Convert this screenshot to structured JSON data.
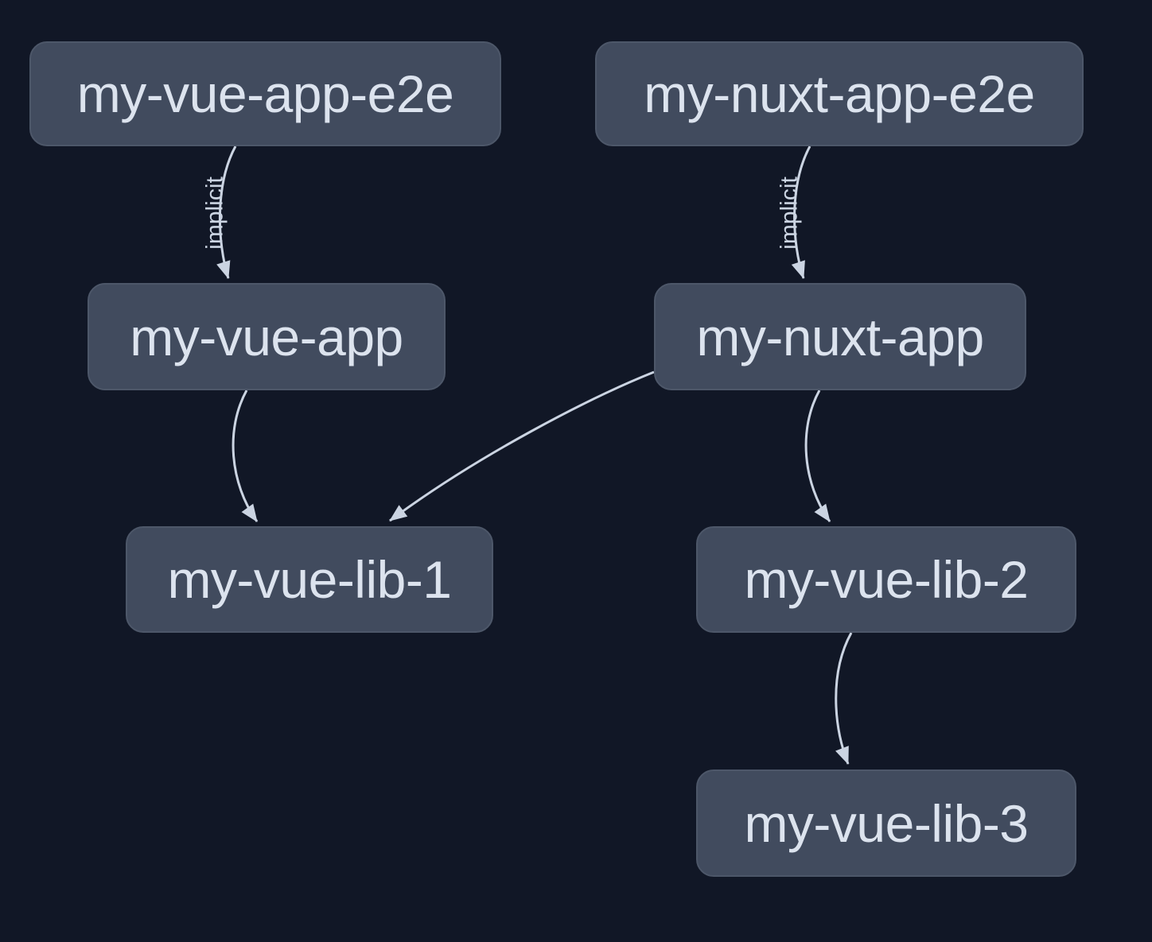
{
  "colors": {
    "background": "#111726",
    "node_fill": "#414b5e",
    "node_border": "#4d5769",
    "node_text": "#dce3ee",
    "edge_stroke": "#cbd4e2"
  },
  "nodes": [
    {
      "id": "my-vue-app-e2e",
      "label": "my-vue-app-e2e"
    },
    {
      "id": "my-nuxt-app-e2e",
      "label": "my-nuxt-app-e2e"
    },
    {
      "id": "my-vue-app",
      "label": "my-vue-app"
    },
    {
      "id": "my-nuxt-app",
      "label": "my-nuxt-app"
    },
    {
      "id": "my-vue-lib-1",
      "label": "my-vue-lib-1"
    },
    {
      "id": "my-vue-lib-2",
      "label": "my-vue-lib-2"
    },
    {
      "id": "my-vue-lib-3",
      "label": "my-vue-lib-3"
    }
  ],
  "edges": [
    {
      "source": "my-vue-app-e2e",
      "target": "my-vue-app",
      "label": "implicit"
    },
    {
      "source": "my-nuxt-app-e2e",
      "target": "my-nuxt-app",
      "label": "implicit"
    },
    {
      "source": "my-vue-app",
      "target": "my-vue-lib-1",
      "label": ""
    },
    {
      "source": "my-nuxt-app",
      "target": "my-vue-lib-1",
      "label": ""
    },
    {
      "source": "my-nuxt-app",
      "target": "my-vue-lib-2",
      "label": ""
    },
    {
      "source": "my-vue-lib-2",
      "target": "my-vue-lib-3",
      "label": ""
    }
  ]
}
